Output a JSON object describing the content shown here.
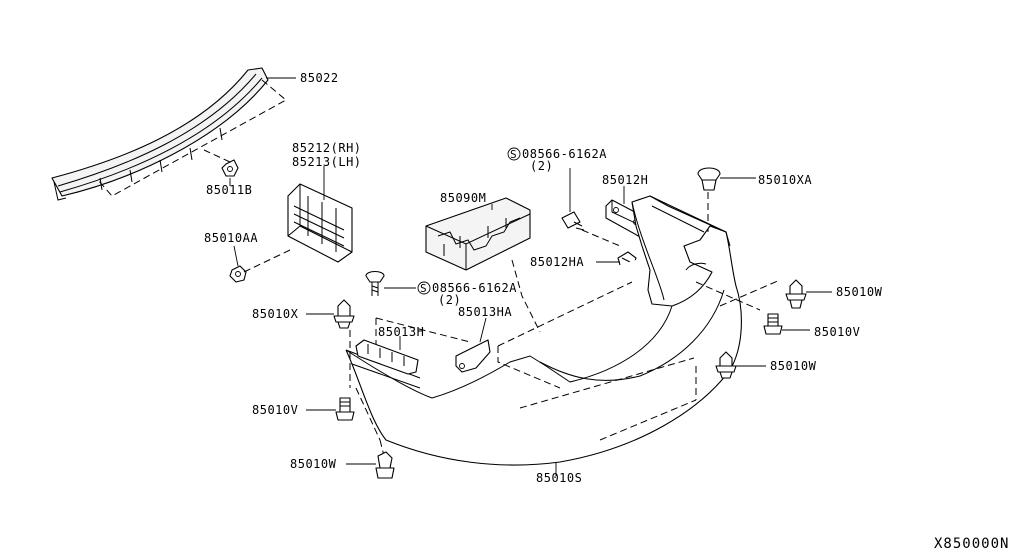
{
  "labels": {
    "reinforcement": "85022",
    "bracket_rh": "85212(RH)",
    "bracket_lh": "85213(LH)",
    "clip_85011b": "85011B",
    "clip_85010aa": "85010AA",
    "absorber": "85090M",
    "screw_upper_part": "08566-6162A",
    "screw_upper_qty": "(2)",
    "screw_lower_part": "08566-6162A",
    "screw_lower_qty": "(2)",
    "screw_symbol": "S",
    "retainer_85012h": "85012H",
    "retainer_85012ha": "85012HA",
    "grommet_85010xa": "85010XA",
    "clip_85010w_right": "85010W",
    "clip_85010v_right": "85010V",
    "clip_85010w_mid": "85010W",
    "clip_85010x": "85010X",
    "bracket_85013h": "85013H",
    "bracket_85013ha": "85013HA",
    "clip_85010v_left": "85010V",
    "clip_85010w_left": "85010W",
    "fascia": "85010S"
  },
  "diagram_ref": "X850000N"
}
